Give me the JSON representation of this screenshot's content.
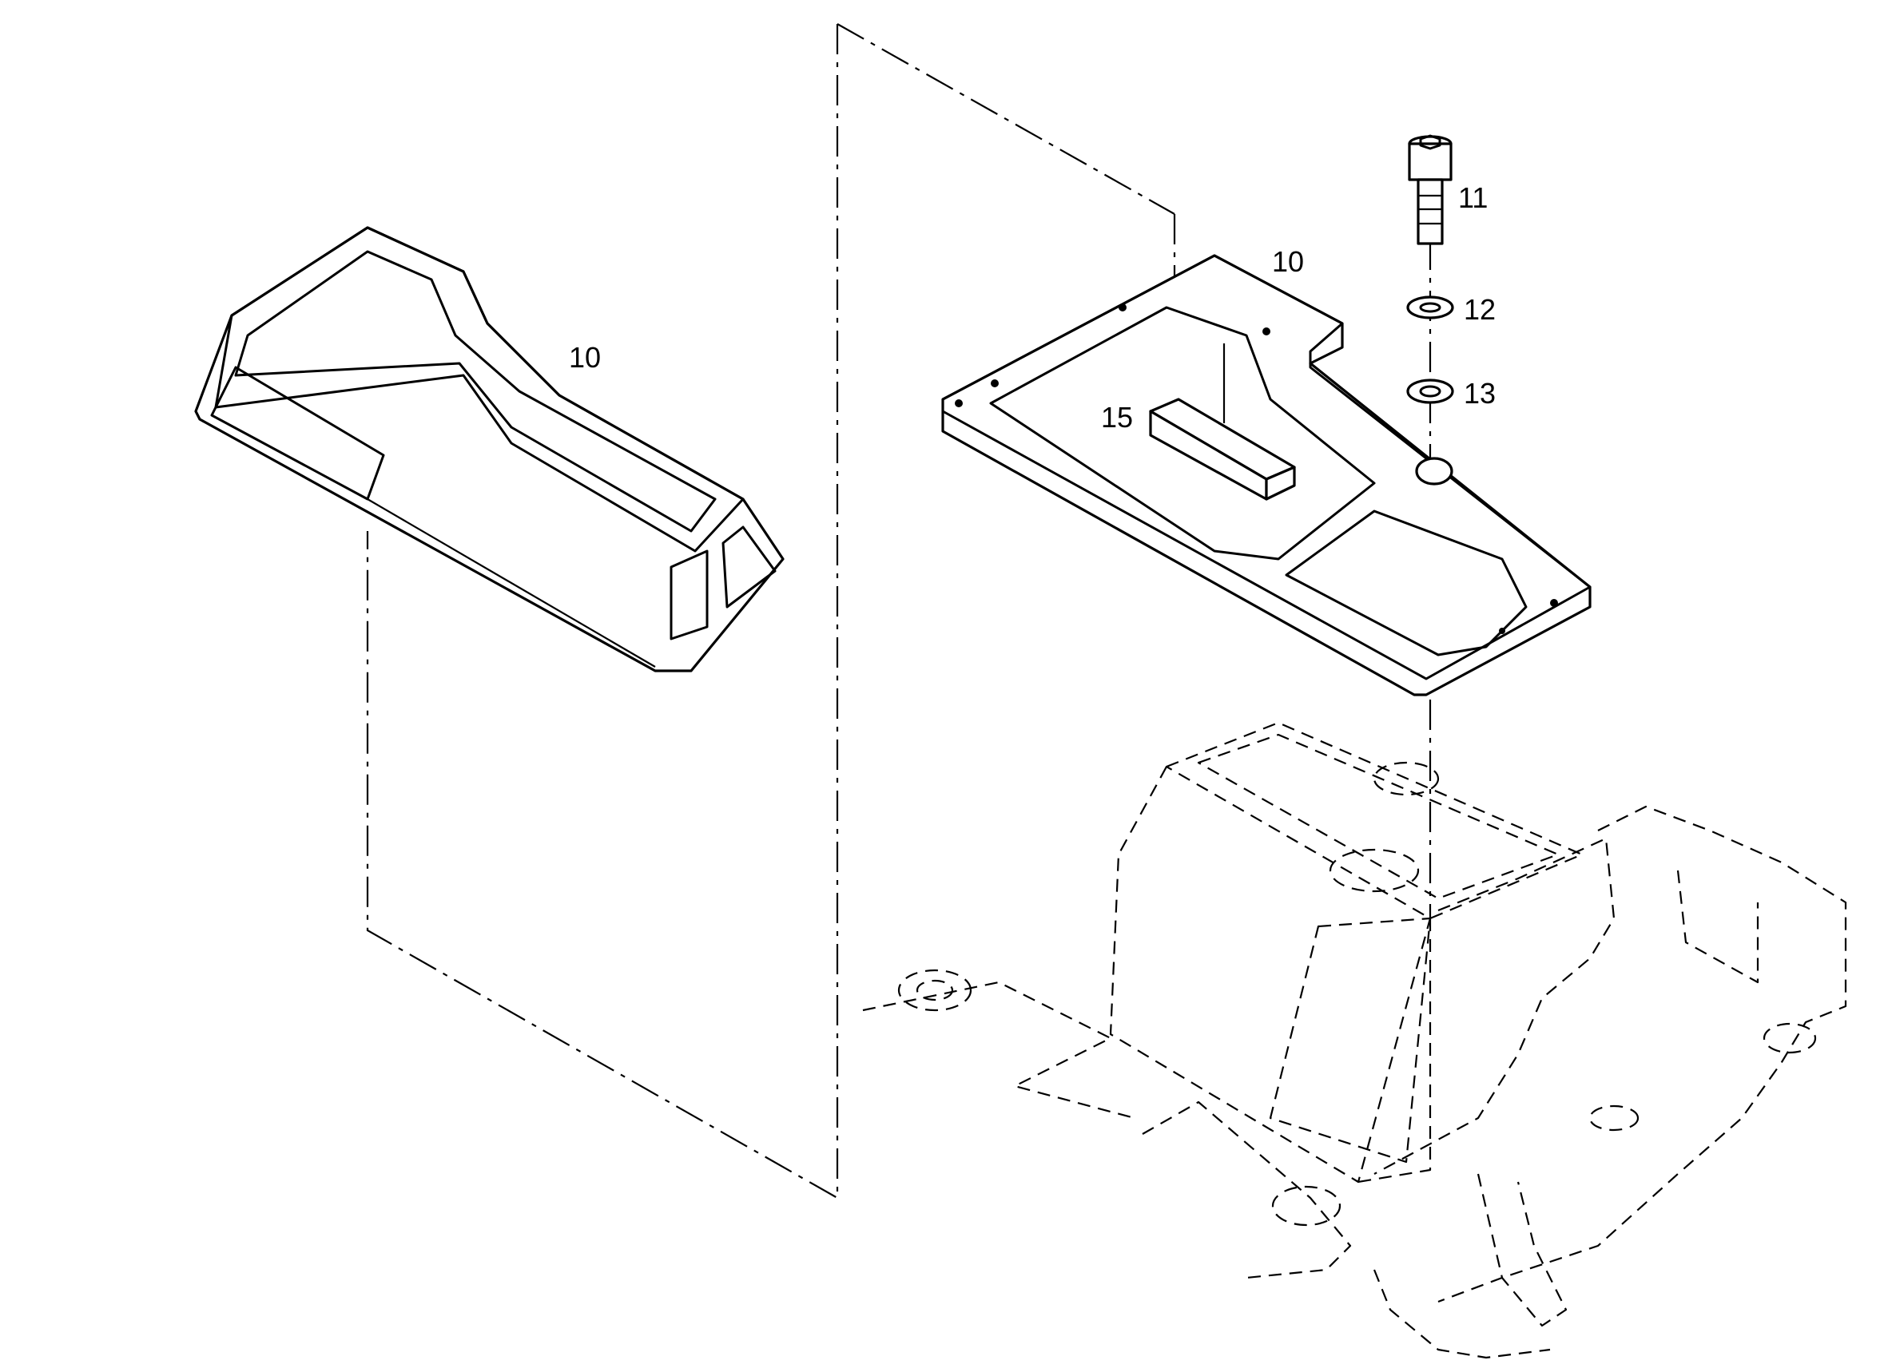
{
  "diagram": {
    "callouts": [
      {
        "id": "console-cover",
        "label": "10"
      },
      {
        "id": "mounting-plate",
        "label": "10"
      },
      {
        "id": "cap-screw",
        "label": "11"
      },
      {
        "id": "washer-upper",
        "label": "12"
      },
      {
        "id": "washer-lower",
        "label": "13"
      },
      {
        "id": "spacer-block",
        "label": "15"
      }
    ]
  }
}
